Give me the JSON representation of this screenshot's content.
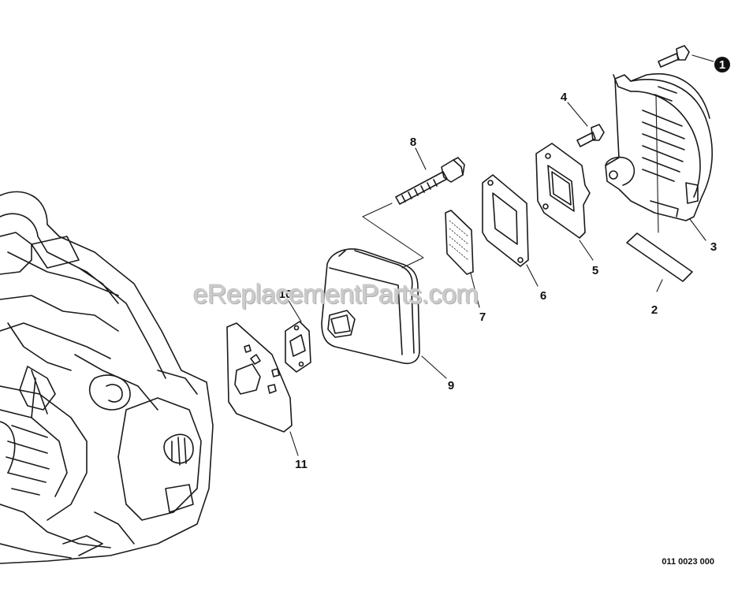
{
  "callouts": {
    "1": "1",
    "2": "2",
    "3": "3",
    "4": "4",
    "5": "5",
    "6": "6",
    "7": "7",
    "8": "8",
    "9": "9",
    "10": "10",
    "11": "11"
  },
  "watermark": "eReplacementParts.com",
  "reference_code": "011 0023 000",
  "colors": {
    "line": "#1a1a1a",
    "background": "#ffffff",
    "badge": "#111111"
  }
}
